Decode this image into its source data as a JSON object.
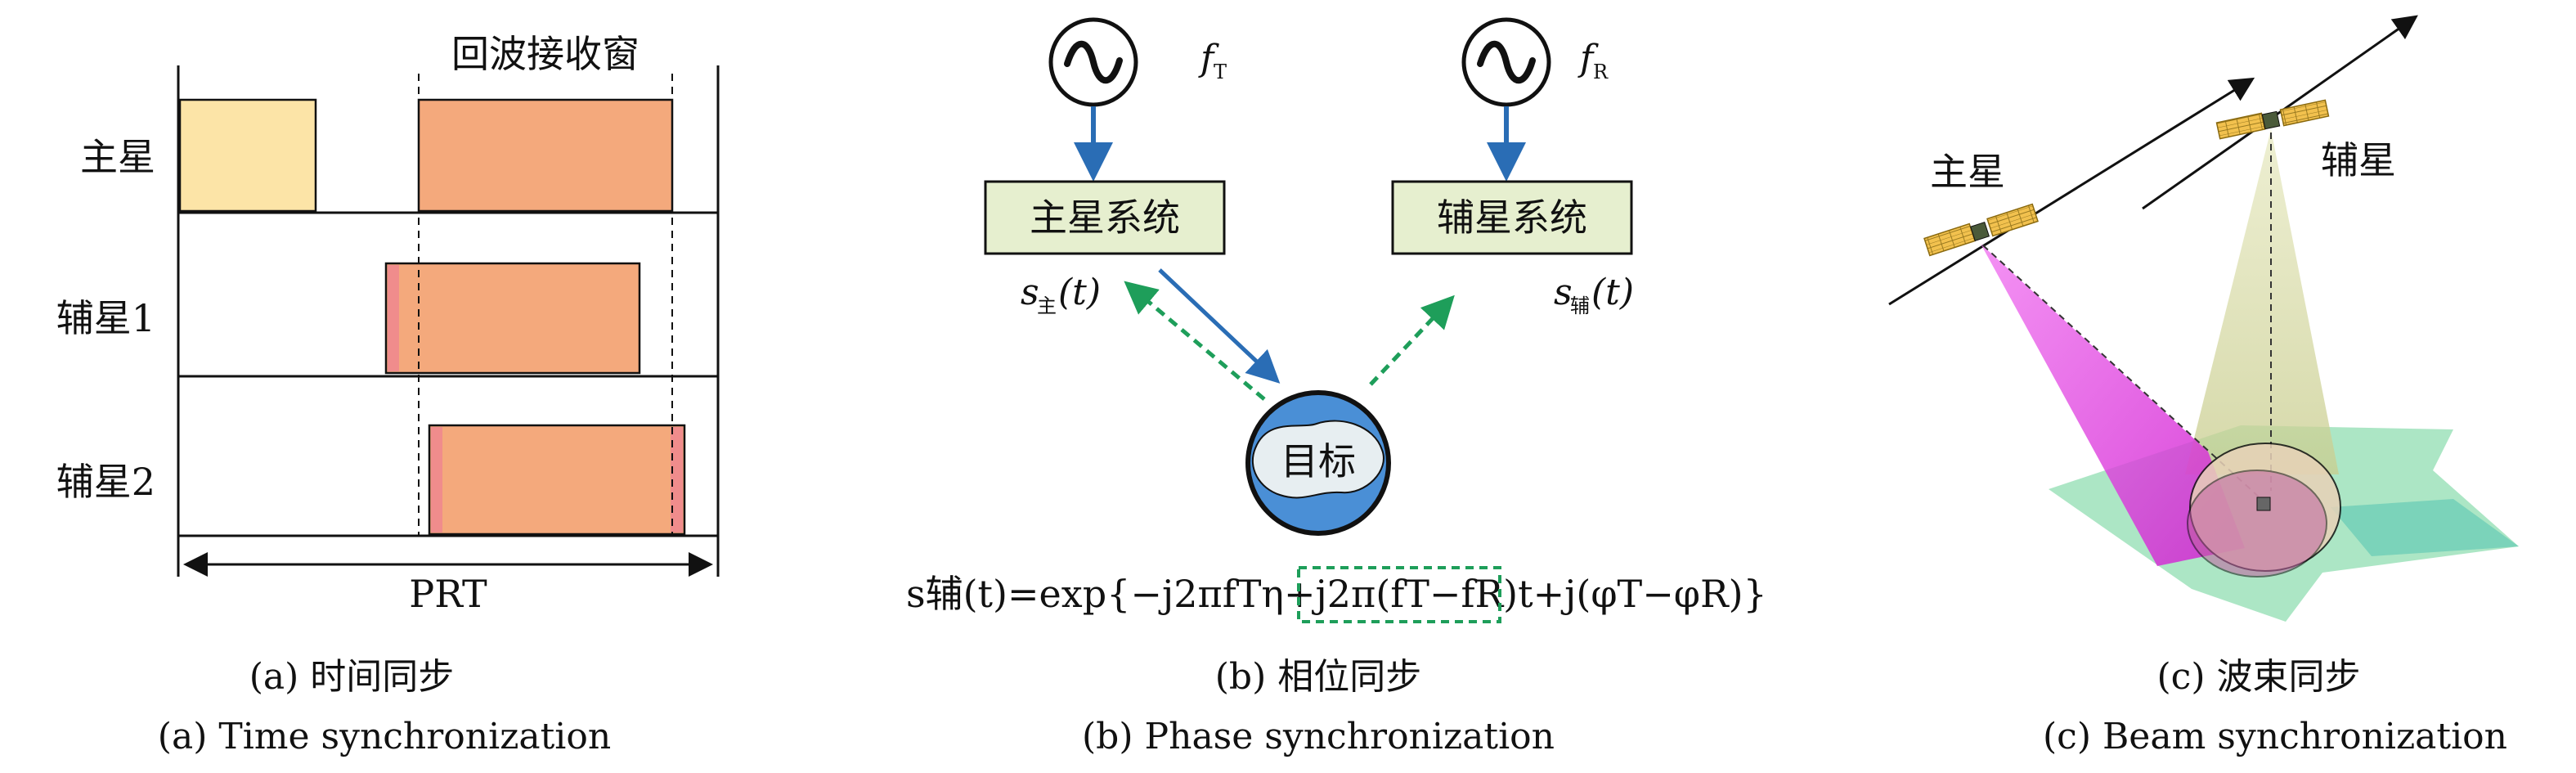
{
  "time_sync": {
    "window_label": "回波接收窗",
    "rows": [
      "主星",
      "辅星1",
      "辅星2"
    ],
    "prt_label": "PRT",
    "caption_cn": "(a) 时间同步",
    "caption_en": "(a) Time synchronization"
  },
  "phase_sync": {
    "freq_t_main": "f",
    "freq_t_sub": "T",
    "freq_r_main": "f",
    "freq_r_sub": "R",
    "main_system": "主星系统",
    "sub_system": "辅星系统",
    "signal_main_prefix": "s",
    "signal_main_sub": "主",
    "signal_main_suffix": "(t)",
    "signal_sub_prefix": "s",
    "signal_sub_sub": "辅",
    "signal_sub_suffix": "(t)",
    "target_label": "目标",
    "formula": "s辅(t)=exp{−j2πfTη+j2π(fT−fR)t+j(φT−φR)}",
    "caption_cn": "(b) 相位同步",
    "caption_en": "(b) Phase synchronization"
  },
  "beam_sync": {
    "main_sat_label": "主星",
    "sub_sat_label": "辅星",
    "caption_cn": "(c) 波束同步",
    "caption_en": "(c) Beam synchronization"
  },
  "colors": {
    "main_pulse": "#FCE4A7",
    "echo": "#F4A97C",
    "echo_edge": "#F08C8C",
    "system_box": "#E6EFCF",
    "arrow_blue": "#2A6DB5",
    "arrow_green": "#1E9E5A",
    "target_blue": "#4A8FD6",
    "beam_magenta": "#E040E0",
    "beam_olive": "#D8DBA8",
    "ground": "#7FD8A6"
  }
}
